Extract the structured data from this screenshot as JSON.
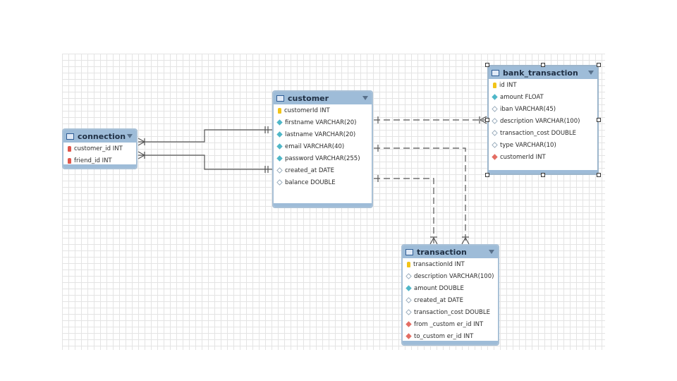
{
  "entities": {
    "connection": {
      "title": "connection",
      "columns": [
        {
          "text": "customer_id INT",
          "kind": "pkred"
        },
        {
          "text": "friend_id INT",
          "kind": "pkred"
        }
      ]
    },
    "customer": {
      "title": "customer",
      "columns": [
        {
          "text": "customerId INT",
          "kind": "pk"
        },
        {
          "text": "firstname VARCHAR(20)",
          "kind": "notnull"
        },
        {
          "text": "lastname VARCHAR(20)",
          "kind": "notnull"
        },
        {
          "text": "email VARCHAR(40)",
          "kind": "notnull"
        },
        {
          "text": "password VARCHAR(255)",
          "kind": "notnull"
        },
        {
          "text": "created_at DATE",
          "kind": "nullable"
        },
        {
          "text": "balance DOUBLE",
          "kind": "nullable"
        }
      ]
    },
    "bank_transaction": {
      "title": "bank_transaction",
      "columns": [
        {
          "text": "id INT",
          "kind": "pk"
        },
        {
          "text": "amount FLOAT",
          "kind": "notnull"
        },
        {
          "text": "iban VARCHAR(45)",
          "kind": "nullable"
        },
        {
          "text": "description VARCHAR(100)",
          "kind": "nullable"
        },
        {
          "text": "transaction_cost DOUBLE",
          "kind": "nullable"
        },
        {
          "text": "type VARCHAR(10)",
          "kind": "nullable"
        },
        {
          "text": "customerId INT",
          "kind": "fk"
        }
      ]
    },
    "transaction": {
      "title": "transaction",
      "columns": [
        {
          "text": "transactionId INT",
          "kind": "pk"
        },
        {
          "text": "description VARCHAR(100)",
          "kind": "nullable"
        },
        {
          "text": "amount DOUBLE",
          "kind": "notnull"
        },
        {
          "text": "created_at DATE",
          "kind": "nullable"
        },
        {
          "text": "transaction_cost DOUBLE",
          "kind": "nullable"
        },
        {
          "text": "from _custom er_id INT",
          "kind": "fk"
        },
        {
          "text": "to_custom er_id INT",
          "kind": "fk"
        }
      ]
    }
  },
  "colors": {
    "header": "#9ebcd8",
    "border": "#a9c1d7",
    "primary_key": "#f2c418",
    "foreign_key": "#e36d63",
    "not_null": "#4fb7c8",
    "relationship_line": "#555555"
  }
}
